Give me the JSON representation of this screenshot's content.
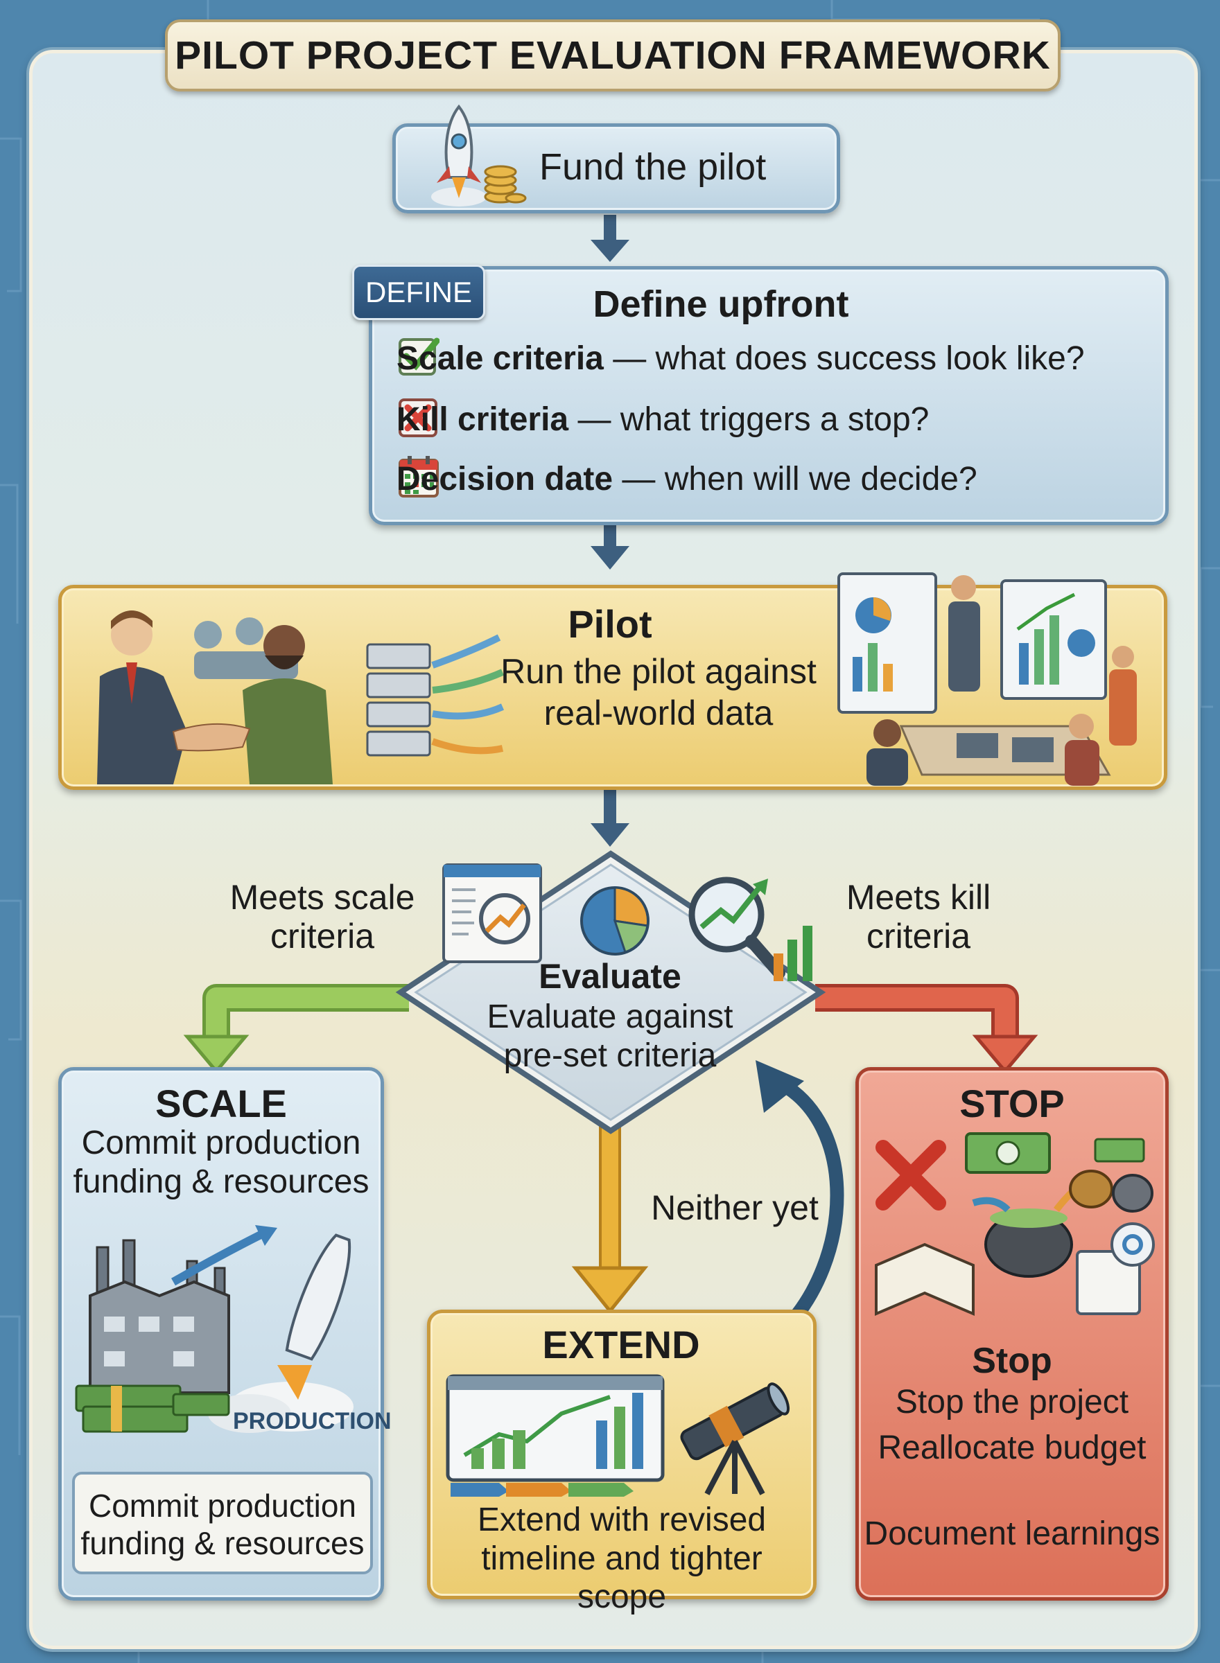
{
  "title": "PILOT PROJECT EVALUATION FRAMEWORK",
  "fund": {
    "label": "Fund the pilot",
    "icon": "rocket-coins-icon"
  },
  "define": {
    "tag": "DEFINE",
    "title": "Define upfront",
    "items": [
      {
        "icon": "checkmark-icon",
        "bold": "Scale criteria",
        "rest": " — what does success look like?"
      },
      {
        "icon": "x-mark-icon",
        "bold": "Kill criteria",
        "rest": " — what triggers a stop?"
      },
      {
        "icon": "calendar-icon",
        "bold": "Decision date",
        "rest": " — when will we decide?"
      }
    ]
  },
  "pilot": {
    "title": "Pilot",
    "line1": "Run the pilot against",
    "line2": "real-world data"
  },
  "evaluate": {
    "title": "Evaluate",
    "line1": "Evaluate against",
    "line2": "pre-set criteria"
  },
  "branches": {
    "scale_label_1": "Meets scale",
    "scale_label_2": "criteria",
    "kill_label_1": "Meets kill",
    "kill_label_2": "criteria",
    "neither": "Neither yet"
  },
  "scale": {
    "title": "SCALE",
    "line1": "Commit production",
    "line2": "funding & resources",
    "production": "PRODUCTION",
    "inner1": "Commit production",
    "inner2": "funding & resources"
  },
  "extend": {
    "title": "EXTEND",
    "line1": "Extend with revised",
    "line2": "timeline and tighter scope"
  },
  "stop": {
    "title": "STOP",
    "subtitle": "Stop",
    "line1": "Stop the project",
    "line2": "Reallocate budget",
    "line3": "Document learnings"
  },
  "colors": {
    "scale_arrow": "#8dbb52",
    "kill_arrow": "#d9553e",
    "extend_arrow": "#e5a82c",
    "flow_arrow": "#3d5f7f",
    "background": "#4f86ad"
  }
}
